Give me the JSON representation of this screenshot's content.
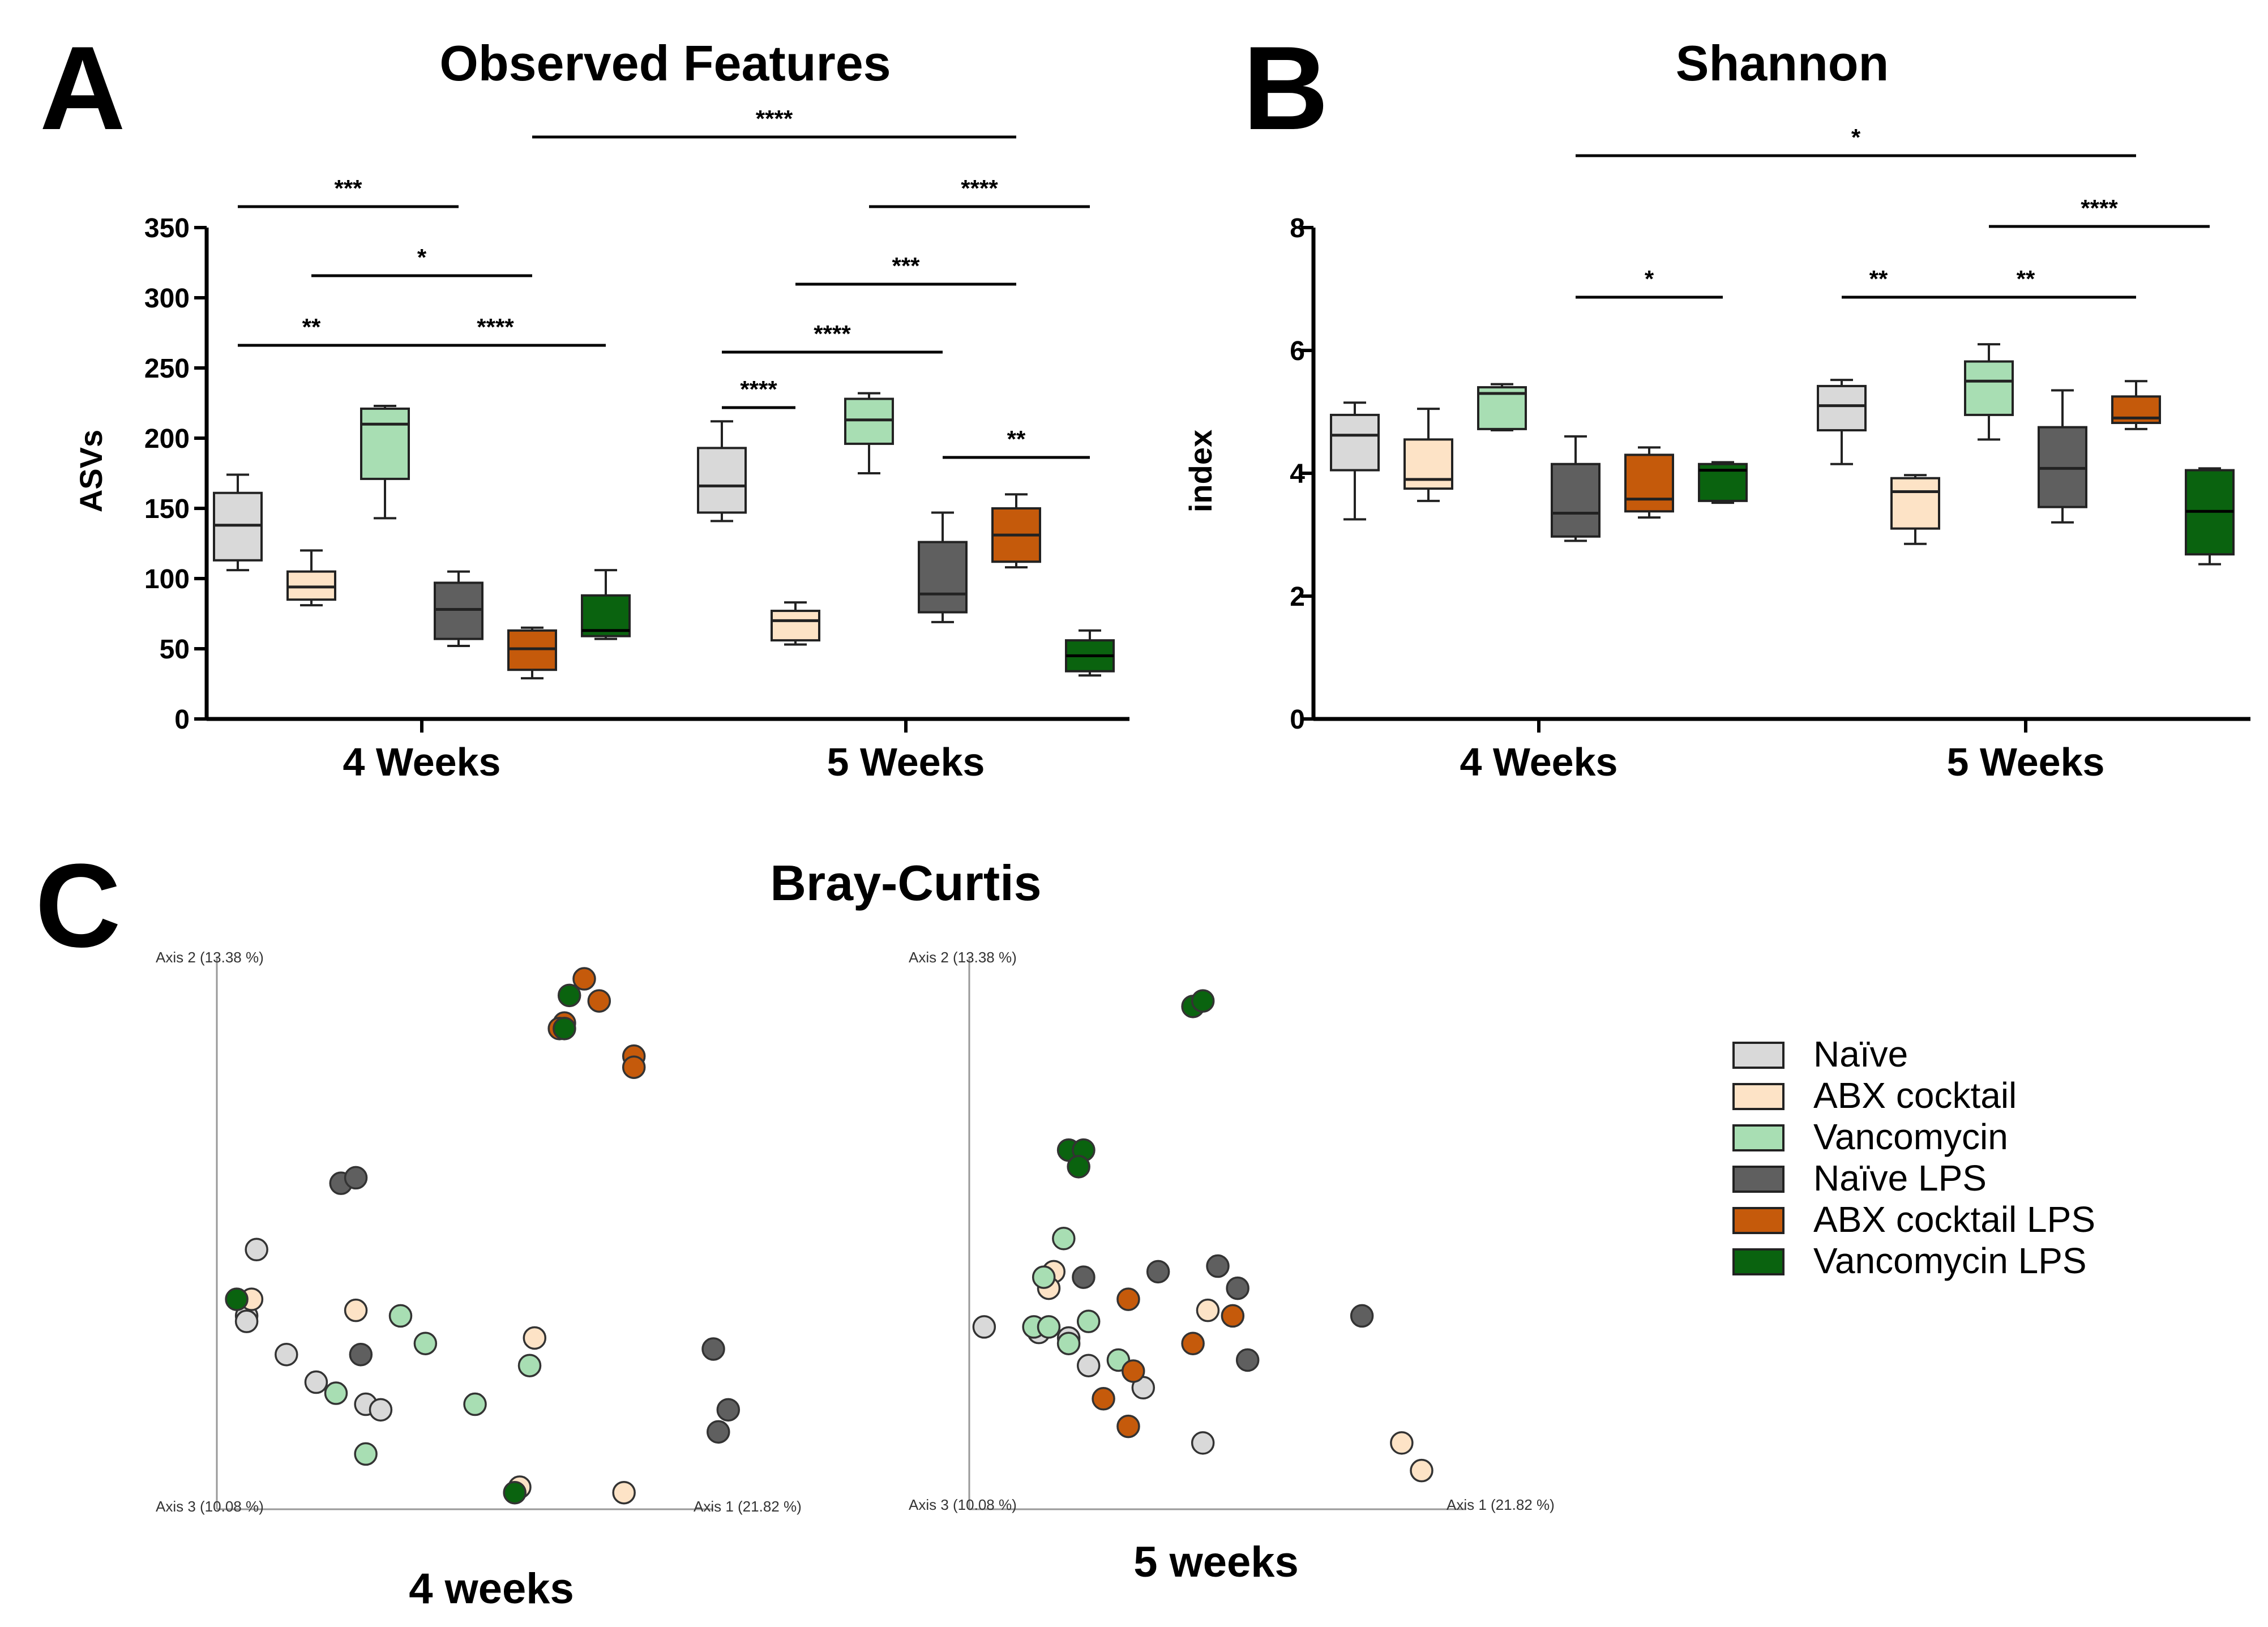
{
  "figure": {
    "panel_letters": [
      "A",
      "B",
      "C"
    ]
  },
  "colors": {
    "Naïve": "#d9d9d9",
    "ABX cocktail": "#fde3c6",
    "Vancomycin": "#a8deb3",
    "Naïve LPS": "#5f5f5f",
    "ABX cocktail LPS": "#c55a0b",
    "Vancomycin LPS": "#0a630f"
  },
  "legend": [
    "Naïve",
    "ABX cocktail",
    "Vancomycin",
    "Naïve LPS",
    "ABX cocktail LPS",
    "Vancomycin LPS"
  ],
  "chart_data": [
    {
      "panel": "A",
      "type": "box",
      "title": "Observed Features",
      "xlabel": "",
      "ylabel": "ASVs",
      "ylim": [
        0,
        350
      ],
      "yticks": [
        0,
        50,
        100,
        150,
        200,
        250,
        300,
        350
      ],
      "categories": [
        "4 Weeks",
        "5 Weeks"
      ],
      "groups": [
        "Naïve",
        "ABX cocktail",
        "Vancomycin",
        "Naïve LPS",
        "ABX cocktail LPS",
        "Vancomycin LPS"
      ],
      "boxes": [
        {
          "category": "4 Weeks",
          "group": "Naïve",
          "min": 106,
          "q1": 113,
          "median": 138,
          "q3": 161,
          "max": 174
        },
        {
          "category": "4 Weeks",
          "group": "ABX cocktail",
          "min": 81,
          "q1": 85,
          "median": 94,
          "q3": 105,
          "max": 120
        },
        {
          "category": "4 Weeks",
          "group": "Vancomycin",
          "min": 143,
          "q1": 171,
          "median": 210,
          "q3": 221,
          "max": 223
        },
        {
          "category": "4 Weeks",
          "group": "Naïve LPS",
          "min": 52,
          "q1": 57,
          "median": 78,
          "q3": 97,
          "max": 105
        },
        {
          "category": "4 Weeks",
          "group": "ABX cocktail LPS",
          "min": 29,
          "q1": 35,
          "median": 50,
          "q3": 63,
          "max": 65
        },
        {
          "category": "4 Weeks",
          "group": "Vancomycin LPS",
          "min": 57,
          "q1": 59,
          "median": 63,
          "q3": 88,
          "max": 106
        },
        {
          "category": "5 Weeks",
          "group": "Naïve",
          "min": 141,
          "q1": 147,
          "median": 166,
          "q3": 193,
          "max": 212
        },
        {
          "category": "5 Weeks",
          "group": "ABX cocktail",
          "min": 53,
          "q1": 56,
          "median": 70,
          "q3": 77,
          "max": 83
        },
        {
          "category": "5 Weeks",
          "group": "Vancomycin",
          "min": 175,
          "q1": 196,
          "median": 213,
          "q3": 228,
          "max": 232
        },
        {
          "category": "5 Weeks",
          "group": "Naïve LPS",
          "min": 69,
          "q1": 76,
          "median": 89,
          "q3": 126,
          "max": 147
        },
        {
          "category": "5 Weeks",
          "group": "ABX cocktail LPS",
          "min": 108,
          "q1": 112,
          "median": 131,
          "q3": 150,
          "max": 160
        },
        {
          "category": "5 Weeks",
          "group": "Vancomycin LPS",
          "min": 31,
          "q1": 34,
          "median": 45,
          "q3": 56,
          "max": 63
        }
      ],
      "significance": [
        {
          "from": "4 Weeks|Naïve",
          "to": "4 Weeks|Vancomycin",
          "label": "**"
        },
        {
          "from": "4 Weeks|Vancomycin",
          "to": "4 Weeks|Vancomycin LPS",
          "label": "****"
        },
        {
          "from": "4 Weeks|ABX cocktail",
          "to": "4 Weeks|ABX cocktail LPS",
          "label": "*"
        },
        {
          "from": "4 Weeks|Naïve",
          "to": "4 Weeks|Naïve LPS",
          "label": "***"
        },
        {
          "from": "4 Weeks|ABX cocktail LPS",
          "to": "5 Weeks|ABX cocktail LPS",
          "label": "****"
        },
        {
          "from": "5 Weeks|Naïve",
          "to": "5 Weeks|ABX cocktail",
          "label": "****"
        },
        {
          "from": "5 Weeks|Naïve",
          "to": "5 Weeks|Naïve LPS",
          "label": "****"
        },
        {
          "from": "5 Weeks|Naïve LPS",
          "to": "5 Weeks|Vancomycin LPS",
          "label": "**"
        },
        {
          "from": "5 Weeks|ABX cocktail",
          "to": "5 Weeks|ABX cocktail LPS",
          "label": "***"
        },
        {
          "from": "5 Weeks|Vancomycin",
          "to": "5 Weeks|Vancomycin LPS",
          "label": "****"
        }
      ]
    },
    {
      "panel": "B",
      "type": "box",
      "title": "Shannon",
      "xlabel": "",
      "ylabel": "index",
      "ylim": [
        0,
        8
      ],
      "yticks": [
        0,
        2,
        4,
        6,
        8
      ],
      "categories": [
        "4 Weeks",
        "5 Weeks"
      ],
      "groups": [
        "Naïve",
        "ABX cocktail",
        "Vancomycin",
        "Naïve LPS",
        "ABX cocktail LPS",
        "Vancomycin LPS"
      ],
      "boxes": [
        {
          "category": "4 Weeks",
          "group": "Naïve",
          "min": 3.25,
          "q1": 4.05,
          "median": 4.62,
          "q3": 4.95,
          "max": 5.15
        },
        {
          "category": "4 Weeks",
          "group": "ABX cocktail",
          "min": 3.55,
          "q1": 3.75,
          "median": 3.9,
          "q3": 4.55,
          "max": 5.05
        },
        {
          "category": "4 Weeks",
          "group": "Vancomycin",
          "min": 4.7,
          "q1": 4.72,
          "median": 5.3,
          "q3": 5.4,
          "max": 5.45
        },
        {
          "category": "4 Weeks",
          "group": "Naïve LPS",
          "min": 2.9,
          "q1": 2.97,
          "median": 3.35,
          "q3": 4.15,
          "max": 4.6
        },
        {
          "category": "4 Weeks",
          "group": "ABX cocktail LPS",
          "min": 3.28,
          "q1": 3.38,
          "median": 3.58,
          "q3": 4.3,
          "max": 4.42
        },
        {
          "category": "4 Weeks",
          "group": "Vancomycin LPS",
          "min": 3.52,
          "q1": 3.55,
          "median": 4.05,
          "q3": 4.15,
          "max": 4.18
        },
        {
          "category": "5 Weeks",
          "group": "Naïve",
          "min": 4.15,
          "q1": 4.7,
          "median": 5.1,
          "q3": 5.42,
          "max": 5.52
        },
        {
          "category": "5 Weeks",
          "group": "ABX cocktail",
          "min": 2.85,
          "q1": 3.1,
          "median": 3.7,
          "q3": 3.92,
          "max": 3.97
        },
        {
          "category": "5 Weeks",
          "group": "Vancomycin",
          "min": 4.55,
          "q1": 4.95,
          "median": 5.5,
          "q3": 5.82,
          "max": 6.1
        },
        {
          "category": "5 Weeks",
          "group": "Naïve LPS",
          "min": 3.2,
          "q1": 3.45,
          "median": 4.08,
          "q3": 4.75,
          "max": 5.35
        },
        {
          "category": "5 Weeks",
          "group": "ABX cocktail LPS",
          "min": 4.72,
          "q1": 4.82,
          "median": 4.9,
          "q3": 5.25,
          "max": 5.5
        },
        {
          "category": "5 Weeks",
          "group": "Vancomycin LPS",
          "min": 2.52,
          "q1": 2.68,
          "median": 3.38,
          "q3": 4.05,
          "max": 4.08
        }
      ],
      "significance": [
        {
          "from": "4 Weeks|Naïve LPS",
          "to": "4 Weeks|Vancomycin LPS",
          "label": "*"
        },
        {
          "from": "4 Weeks|Naïve LPS",
          "to": "5 Weeks|ABX cocktail LPS",
          "label": "*"
        },
        {
          "from": "5 Weeks|Naïve",
          "to": "5 Weeks|ABX cocktail",
          "label": "**"
        },
        {
          "from": "5 Weeks|ABX cocktail",
          "to": "5 Weeks|ABX cocktail LPS",
          "label": "**"
        },
        {
          "from": "5 Weeks|Vancomycin",
          "to": "5 Weeks|Vancomycin LPS",
          "label": "****"
        }
      ]
    },
    {
      "panel": "C",
      "type": "scatter",
      "title": "Bray-Curtis",
      "plots": [
        {
          "caption": "4 weeks",
          "axis_labels": {
            "vertical": "Axis 2 (13.38 %)",
            "depth": "Axis 3 (10.08 %)",
            "horizontal": "Axis 1 (21.82 %)"
          },
          "points": [
            {
              "group": "Naïve",
              "x": 0.08,
              "y": 0.47
            },
            {
              "group": "Naïve",
              "x": 0.06,
              "y": 0.35
            },
            {
              "group": "Naïve",
              "x": 0.06,
              "y": 0.34
            },
            {
              "group": "Naïve",
              "x": 0.14,
              "y": 0.28
            },
            {
              "group": "Naïve",
              "x": 0.2,
              "y": 0.23
            },
            {
              "group": "Naïve",
              "x": 0.3,
              "y": 0.19
            },
            {
              "group": "Naïve",
              "x": 0.33,
              "y": 0.18
            },
            {
              "group": "ABX cocktail",
              "x": 0.07,
              "y": 0.38
            },
            {
              "group": "ABX cocktail",
              "x": 0.28,
              "y": 0.36
            },
            {
              "group": "ABX cocktail",
              "x": 0.64,
              "y": 0.31
            },
            {
              "group": "ABX cocktail",
              "x": 0.61,
              "y": 0.04
            },
            {
              "group": "ABX cocktail",
              "x": 0.82,
              "y": 0.03
            },
            {
              "group": "Vancomycin",
              "x": 0.37,
              "y": 0.35
            },
            {
              "group": "Vancomycin",
              "x": 0.42,
              "y": 0.3
            },
            {
              "group": "Vancomycin",
              "x": 0.24,
              "y": 0.21
            },
            {
              "group": "Vancomycin",
              "x": 0.52,
              "y": 0.19
            },
            {
              "group": "Vancomycin",
              "x": 0.63,
              "y": 0.26
            },
            {
              "group": "Vancomycin",
              "x": 0.3,
              "y": 0.1
            },
            {
              "group": "Naïve LPS",
              "x": 0.25,
              "y": 0.59
            },
            {
              "group": "Naïve LPS",
              "x": 0.28,
              "y": 0.6
            },
            {
              "group": "Naïve LPS",
              "x": 0.29,
              "y": 0.28
            },
            {
              "group": "Naïve LPS",
              "x": 1.0,
              "y": 0.29
            },
            {
              "group": "Naïve LPS",
              "x": 1.03,
              "y": 0.18
            },
            {
              "group": "Naïve LPS",
              "x": 1.01,
              "y": 0.14
            },
            {
              "group": "ABX cocktail LPS",
              "x": 0.7,
              "y": 0.88
            },
            {
              "group": "ABX cocktail LPS",
              "x": 0.74,
              "y": 0.96
            },
            {
              "group": "ABX cocktail LPS",
              "x": 0.77,
              "y": 0.92
            },
            {
              "group": "ABX cocktail LPS",
              "x": 0.69,
              "y": 0.87
            },
            {
              "group": "ABX cocktail LPS",
              "x": 0.84,
              "y": 0.82
            },
            {
              "group": "ABX cocktail LPS",
              "x": 0.84,
              "y": 0.8
            },
            {
              "group": "Vancomycin LPS",
              "x": 0.71,
              "y": 0.93
            },
            {
              "group": "Vancomycin LPS",
              "x": 0.7,
              "y": 0.87
            },
            {
              "group": "Vancomycin LPS",
              "x": 0.04,
              "y": 0.38
            },
            {
              "group": "Vancomycin LPS",
              "x": 0.6,
              "y": 0.03
            }
          ]
        },
        {
          "caption": "5 weeks",
          "axis_labels": {
            "vertical": "Axis 2 (13.38 %)",
            "depth": "Axis 3 (10.08 %)",
            "horizontal": "Axis 1 (21.82 %)"
          },
          "points": [
            {
              "group": "Naïve",
              "x": 0.03,
              "y": 0.33
            },
            {
              "group": "Naïve",
              "x": 0.14,
              "y": 0.32
            },
            {
              "group": "Naïve",
              "x": 0.2,
              "y": 0.31
            },
            {
              "group": "Naïve",
              "x": 0.24,
              "y": 0.26
            },
            {
              "group": "Naïve",
              "x": 0.35,
              "y": 0.22
            },
            {
              "group": "Naïve",
              "x": 0.47,
              "y": 0.12
            },
            {
              "group": "ABX cocktail",
              "x": 0.17,
              "y": 0.43
            },
            {
              "group": "ABX cocktail",
              "x": 0.16,
              "y": 0.4
            },
            {
              "group": "ABX cocktail",
              "x": 0.48,
              "y": 0.36
            },
            {
              "group": "ABX cocktail",
              "x": 0.87,
              "y": 0.12
            },
            {
              "group": "ABX cocktail",
              "x": 0.91,
              "y": 0.07
            },
            {
              "group": "Vancomycin",
              "x": 0.19,
              "y": 0.49
            },
            {
              "group": "Vancomycin",
              "x": 0.15,
              "y": 0.42
            },
            {
              "group": "Vancomycin",
              "x": 0.13,
              "y": 0.33
            },
            {
              "group": "Vancomycin",
              "x": 0.16,
              "y": 0.33
            },
            {
              "group": "Vancomycin",
              "x": 0.24,
              "y": 0.34
            },
            {
              "group": "Vancomycin",
              "x": 0.3,
              "y": 0.27
            },
            {
              "group": "Vancomycin",
              "x": 0.2,
              "y": 0.3
            },
            {
              "group": "Naïve LPS",
              "x": 0.23,
              "y": 0.42
            },
            {
              "group": "Naïve LPS",
              "x": 0.38,
              "y": 0.43
            },
            {
              "group": "Naïve LPS",
              "x": 0.5,
              "y": 0.44
            },
            {
              "group": "Naïve LPS",
              "x": 0.54,
              "y": 0.4
            },
            {
              "group": "Naïve LPS",
              "x": 0.56,
              "y": 0.27
            },
            {
              "group": "Naïve LPS",
              "x": 0.79,
              "y": 0.35
            },
            {
              "group": "ABX cocktail LPS",
              "x": 0.32,
              "y": 0.38
            },
            {
              "group": "ABX cocktail LPS",
              "x": 0.33,
              "y": 0.25
            },
            {
              "group": "ABX cocktail LPS",
              "x": 0.27,
              "y": 0.2
            },
            {
              "group": "ABX cocktail LPS",
              "x": 0.32,
              "y": 0.15
            },
            {
              "group": "ABX cocktail LPS",
              "x": 0.45,
              "y": 0.3
            },
            {
              "group": "ABX cocktail LPS",
              "x": 0.53,
              "y": 0.35
            },
            {
              "group": "Vancomycin LPS",
              "x": 0.2,
              "y": 0.65
            },
            {
              "group": "Vancomycin LPS",
              "x": 0.23,
              "y": 0.65
            },
            {
              "group": "Vancomycin LPS",
              "x": 0.22,
              "y": 0.62
            },
            {
              "group": "Vancomycin LPS",
              "x": 0.45,
              "y": 0.91
            },
            {
              "group": "Vancomycin LPS",
              "x": 0.47,
              "y": 0.92
            }
          ]
        }
      ]
    }
  ]
}
